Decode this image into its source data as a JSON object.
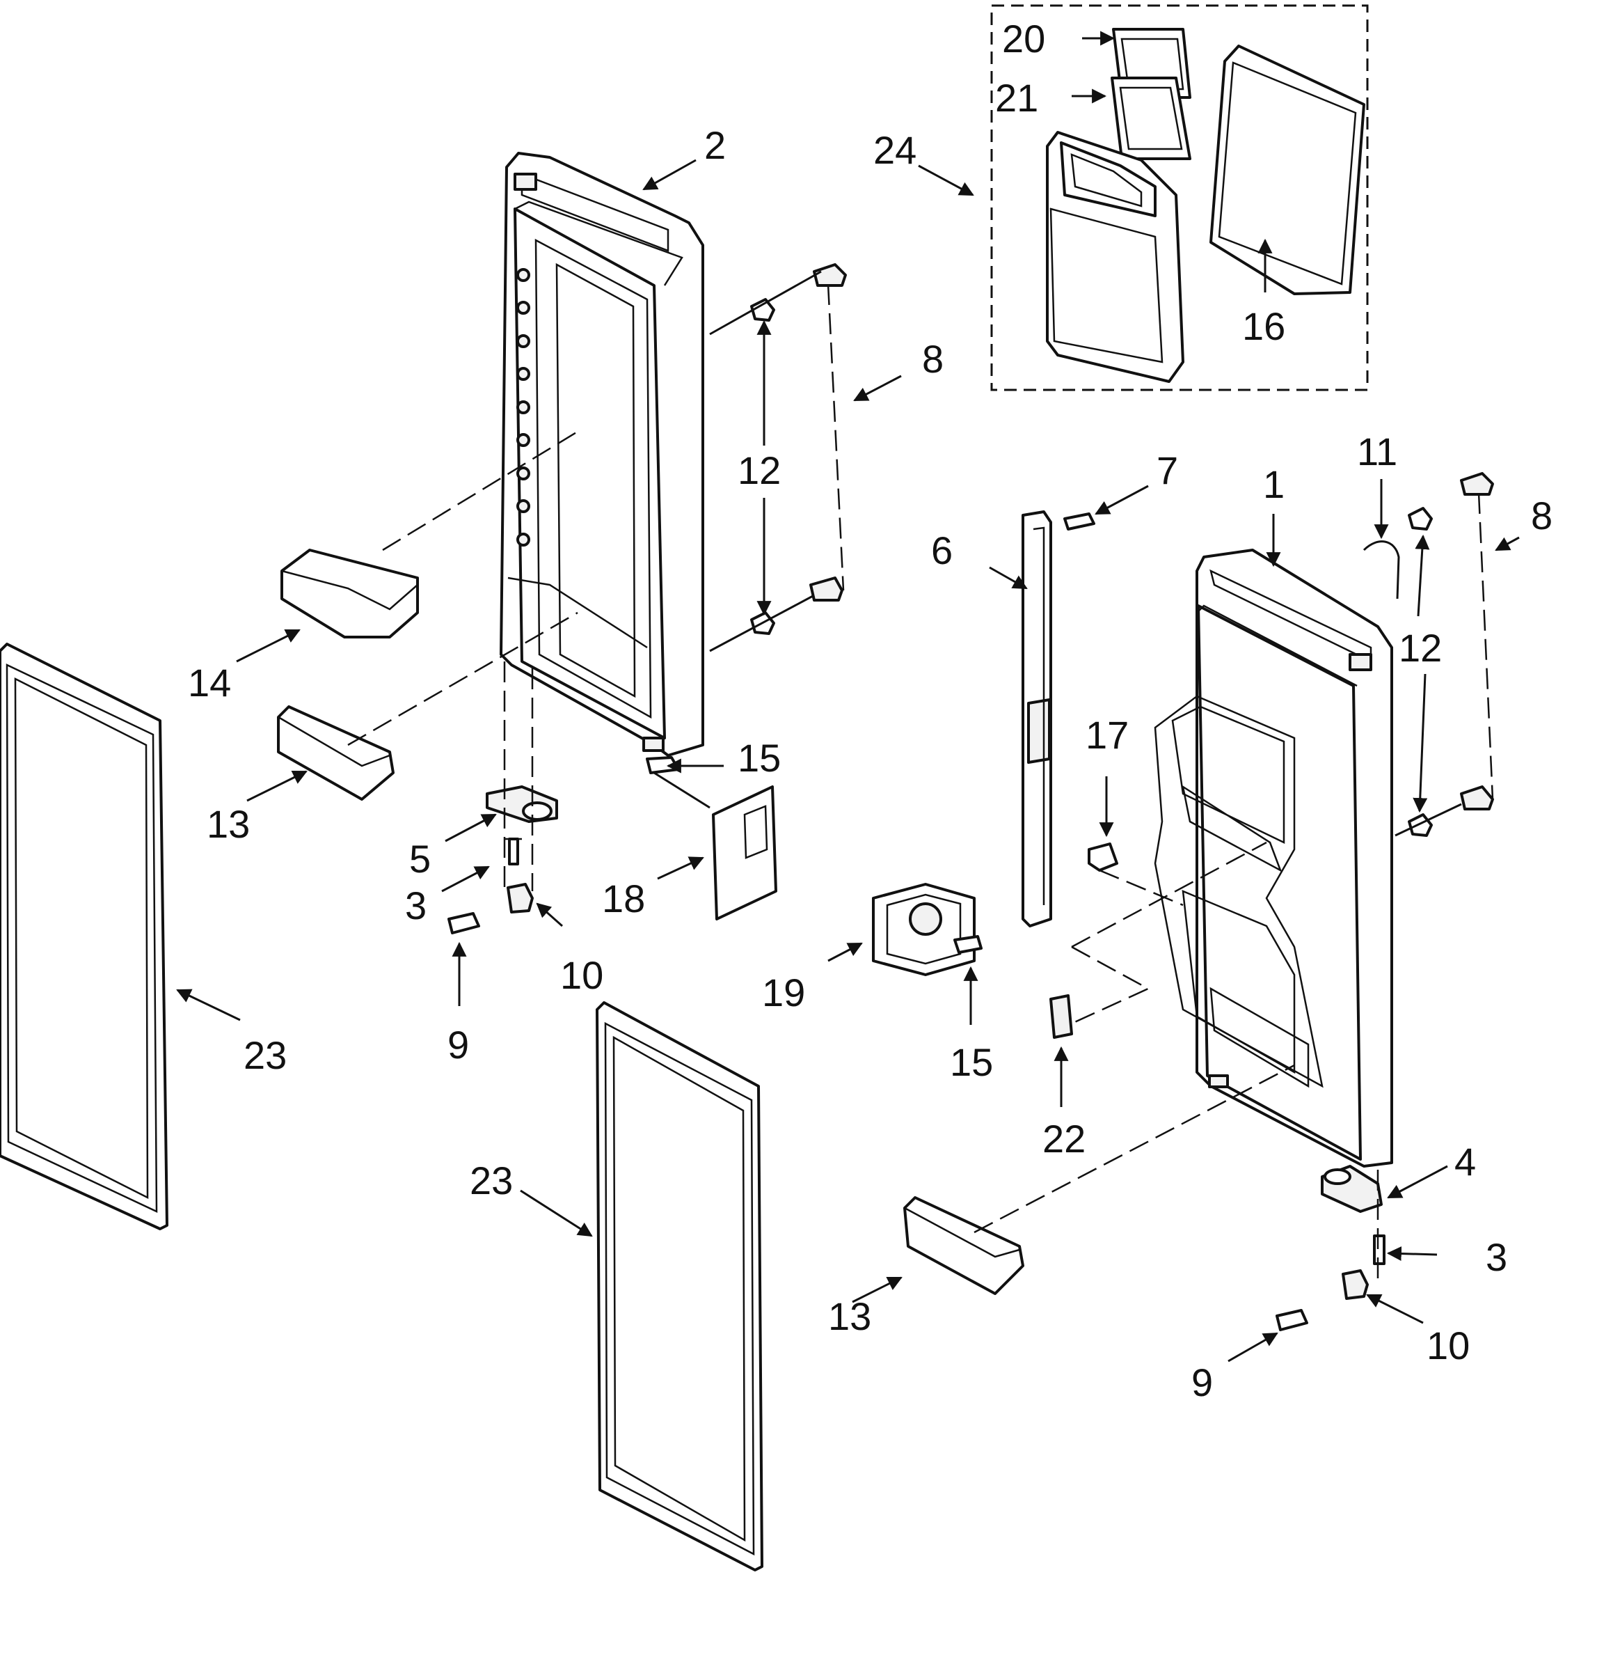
{
  "diagram": {
    "callouts": [
      {
        "key": "c2",
        "text": "2"
      },
      {
        "key": "c20",
        "text": "20"
      },
      {
        "key": "c21",
        "text": "21"
      },
      {
        "key": "c24",
        "text": "24"
      },
      {
        "key": "c16",
        "text": "16"
      },
      {
        "key": "c8a",
        "text": "8"
      },
      {
        "key": "c12a",
        "text": "12"
      },
      {
        "key": "c14",
        "text": "14"
      },
      {
        "key": "c13a",
        "text": "13"
      },
      {
        "key": "c15a",
        "text": "15"
      },
      {
        "key": "c5",
        "text": "5"
      },
      {
        "key": "c3a",
        "text": "3"
      },
      {
        "key": "c18",
        "text": "18"
      },
      {
        "key": "c10a",
        "text": "10"
      },
      {
        "key": "c9a",
        "text": "9"
      },
      {
        "key": "c23a",
        "text": "23"
      },
      {
        "key": "c23b",
        "text": "23"
      },
      {
        "key": "c7",
        "text": "7"
      },
      {
        "key": "c6",
        "text": "6"
      },
      {
        "key": "c1",
        "text": "1"
      },
      {
        "key": "c11",
        "text": "11"
      },
      {
        "key": "c8b",
        "text": "8"
      },
      {
        "key": "c12b",
        "text": "12"
      },
      {
        "key": "c17",
        "text": "17"
      },
      {
        "key": "c19",
        "text": "19"
      },
      {
        "key": "c15b",
        "text": "15"
      },
      {
        "key": "c22",
        "text": "22"
      },
      {
        "key": "c4",
        "text": "4"
      },
      {
        "key": "c3b",
        "text": "3"
      },
      {
        "key": "c13b",
        "text": "13"
      },
      {
        "key": "c10b",
        "text": "10"
      },
      {
        "key": "c9b",
        "text": "9"
      }
    ]
  }
}
